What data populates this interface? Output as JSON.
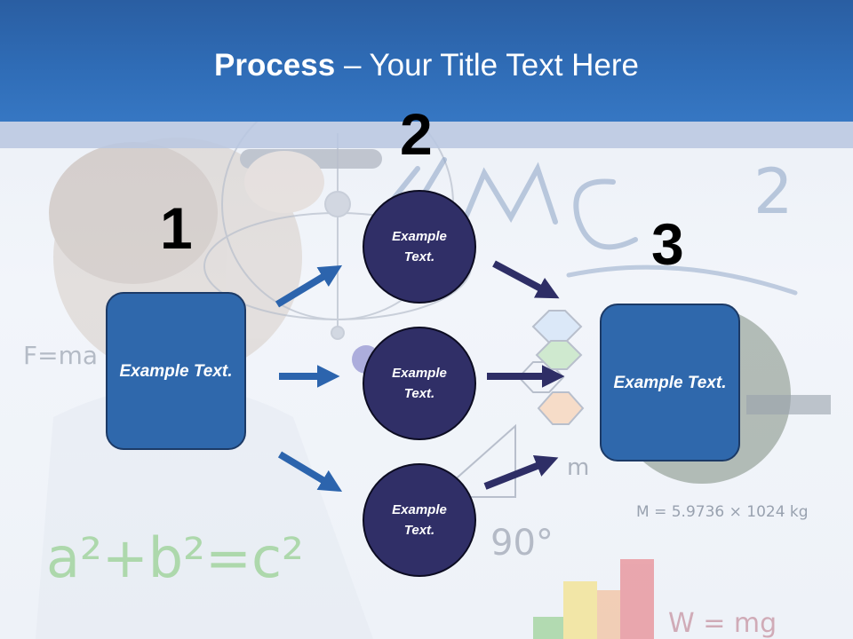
{
  "title": {
    "bold": "Process",
    "rest": " – Your Title Text Here"
  },
  "steps": {
    "one": {
      "number": "1",
      "text": "Example Text."
    },
    "two": {
      "number": "2",
      "items": [
        "Example Text.",
        "Example Text.",
        "Example Text."
      ]
    },
    "three": {
      "number": "3",
      "text": "Example Text."
    }
  },
  "background": {
    "formulas": [
      "F=ma",
      "90°",
      "M = 5.9736 × 1024 kg",
      "W = mg",
      "m"
    ]
  },
  "colors": {
    "header": "#2f6cb6",
    "box_fill": "#2f68ac",
    "circle_fill": "#302f67",
    "arrow_blue": "#2c64ad",
    "arrow_navy": "#2e2e66"
  }
}
